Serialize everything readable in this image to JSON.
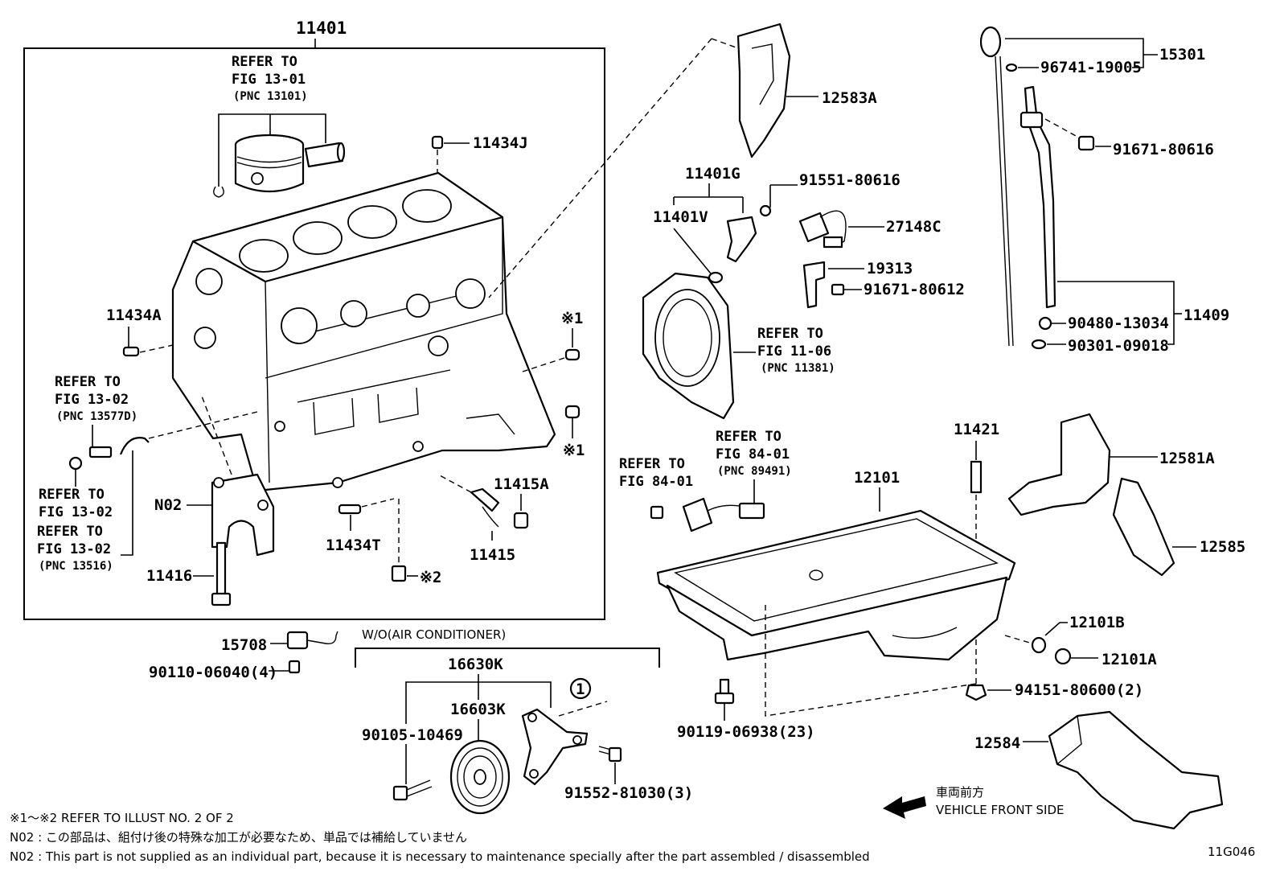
{
  "labels": {
    "p11401": "11401",
    "p11434J": "11434J",
    "p11434A": "11434A",
    "p11434T": "11434T",
    "p11415A": "11415A",
    "p11415": "11415",
    "p11416": "11416",
    "pN02": "N02",
    "mark1a": "※1",
    "mark1b": "※1",
    "mark2": "※2",
    "p12583A": "12583A",
    "p11401G": "11401G",
    "p11401V": "11401V",
    "p91551": "91551-80616",
    "p27148C": "27148C",
    "p19313": "19313",
    "p91671_612": "91671-80612",
    "p15301": "15301",
    "p96741": "96741-19005",
    "p91671_616": "91671-80616",
    "p11409": "11409",
    "p90480": "90480-13034",
    "p90301": "90301-09018",
    "p11421": "11421",
    "p12581A": "12581A",
    "p12585": "12585",
    "p12101": "12101",
    "p12101B": "12101B",
    "p12101A": "12101A",
    "p94151": "94151-80600(2)",
    "p90119": "90119-06938(23)",
    "p12584": "12584",
    "p15708": "15708",
    "p90110": "90110-06040(4)",
    "p16630K": "16630K",
    "p16603K": "16603K",
    "p90105": "90105-10469",
    "p91552": "91552-81030(3)",
    "circle1": "1"
  },
  "refs": {
    "r13_01": {
      "l1": "REFER TO",
      "l2": "FIG 13-01",
      "pnc": "(PNC 13101)"
    },
    "r13_02a": {
      "l1": "REFER TO",
      "l2": "FIG 13-02",
      "pnc": "(PNC 13577D)"
    },
    "r13_02b": {
      "l1": "REFER TO",
      "l2": "FIG 13-02"
    },
    "r13_02c": {
      "l1": "REFER TO",
      "l2": "FIG 13-02",
      "pnc": "(PNC 13516)"
    },
    "r11_06": {
      "l1": "REFER TO",
      "l2": "FIG 11-06",
      "pnc": "(PNC 11381)"
    },
    "r84_01a": {
      "l1": "REFER TO",
      "l2": "FIG 84-01"
    },
    "r84_01b": {
      "l1": "REFER TO",
      "l2": "FIG 84-01",
      "pnc": "(PNC 89491)"
    }
  },
  "section": {
    "woac": "W/O(AIR CONDITIONER)"
  },
  "direction": {
    "jp": "車両前方",
    "en": "VEHICLE FRONT SIDE"
  },
  "notes": {
    "n1": "※1～※2  REFER TO ILLUST NO. 2 OF 2",
    "n2": "N02 : この部品は、組付け後の特殊な加工が必要なため、単品では補給していません",
    "n3": "N02 : This part is not supplied as an individual part, because it is necessary to maintenance specially after the part assembled / disassembled"
  },
  "illust_id": "11G046"
}
